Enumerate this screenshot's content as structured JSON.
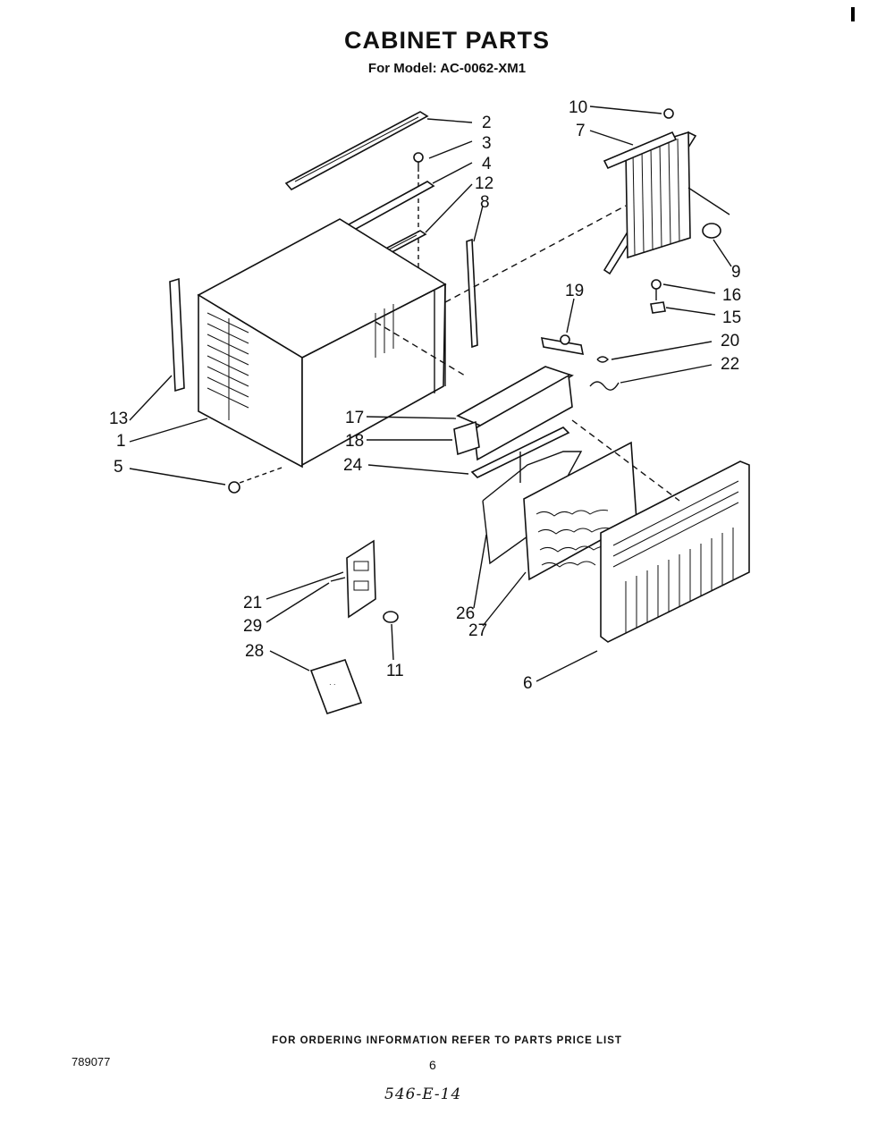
{
  "page": {
    "title": "CABINET PARTS",
    "subtitle": "For Model: AC-0062-XM1",
    "footer_note": "FOR ORDERING INFORMATION REFER TO PARTS PRICE LIST",
    "doc_number": "789077",
    "page_number": "6",
    "handwritten_code": "546-E-14"
  },
  "diagram": {
    "callouts": [
      {
        "id": "c10",
        "text": "10"
      },
      {
        "id": "c7",
        "text": "7"
      },
      {
        "id": "c2",
        "text": "2"
      },
      {
        "id": "c3",
        "text": "3"
      },
      {
        "id": "c4",
        "text": "4"
      },
      {
        "id": "c12",
        "text": "12"
      },
      {
        "id": "c8",
        "text": "8"
      },
      {
        "id": "c9",
        "text": "9"
      },
      {
        "id": "c16",
        "text": "16"
      },
      {
        "id": "c15",
        "text": "15"
      },
      {
        "id": "c19",
        "text": "19"
      },
      {
        "id": "c20",
        "text": "20"
      },
      {
        "id": "c22",
        "text": "22"
      },
      {
        "id": "c13",
        "text": "13"
      },
      {
        "id": "c1",
        "text": "1"
      },
      {
        "id": "c5",
        "text": "5"
      },
      {
        "id": "c17",
        "text": "17"
      },
      {
        "id": "c18",
        "text": "18"
      },
      {
        "id": "c24",
        "text": "24"
      },
      {
        "id": "c21",
        "text": "21"
      },
      {
        "id": "c29",
        "text": "29"
      },
      {
        "id": "c28",
        "text": "28"
      },
      {
        "id": "c11",
        "text": "11"
      },
      {
        "id": "c26",
        "text": "26"
      },
      {
        "id": "c27",
        "text": "27"
      },
      {
        "id": "c6",
        "text": "6"
      }
    ]
  }
}
